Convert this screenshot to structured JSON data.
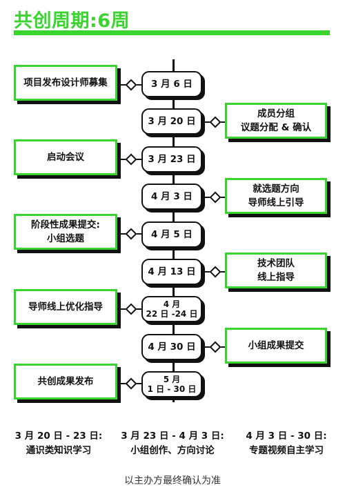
{
  "title": "共创周期:6周",
  "timeline": {
    "dates": [
      "3 月 6 日",
      "3 月 20 日",
      "3 月 23 日",
      "4 月 3 日",
      "4 月 5 日",
      "4 月 13 日",
      "4 月\n22 日 -24 日",
      "4 月 30 日",
      "5 月\n1 日 - 30 日"
    ],
    "events_left": [
      "项目发布设计师募集",
      "启动会议",
      "阶段性成果提交:\n小组选题",
      "导师线上优化指导",
      "共创成果发布"
    ],
    "events_right": [
      "成员分组\n议题分配 & 确认",
      "就选题方向\n导师线上引导",
      "技术团队\n线上指导",
      "小组成果提交"
    ]
  },
  "phases": [
    {
      "period": "3 月 20 日 - 23 日:",
      "activity": "通识类知识学习"
    },
    {
      "period": "3 月 23 日 - 4 月 3 日:",
      "activity": "小组创作、方向讨论"
    },
    {
      "period": "4 月 3 日 - 30 日:",
      "activity": "专题视频自主学习"
    }
  ],
  "footer": "以主办方最终确认为准",
  "colors": {
    "accent": "#39d42e",
    "ink": "#111111"
  }
}
